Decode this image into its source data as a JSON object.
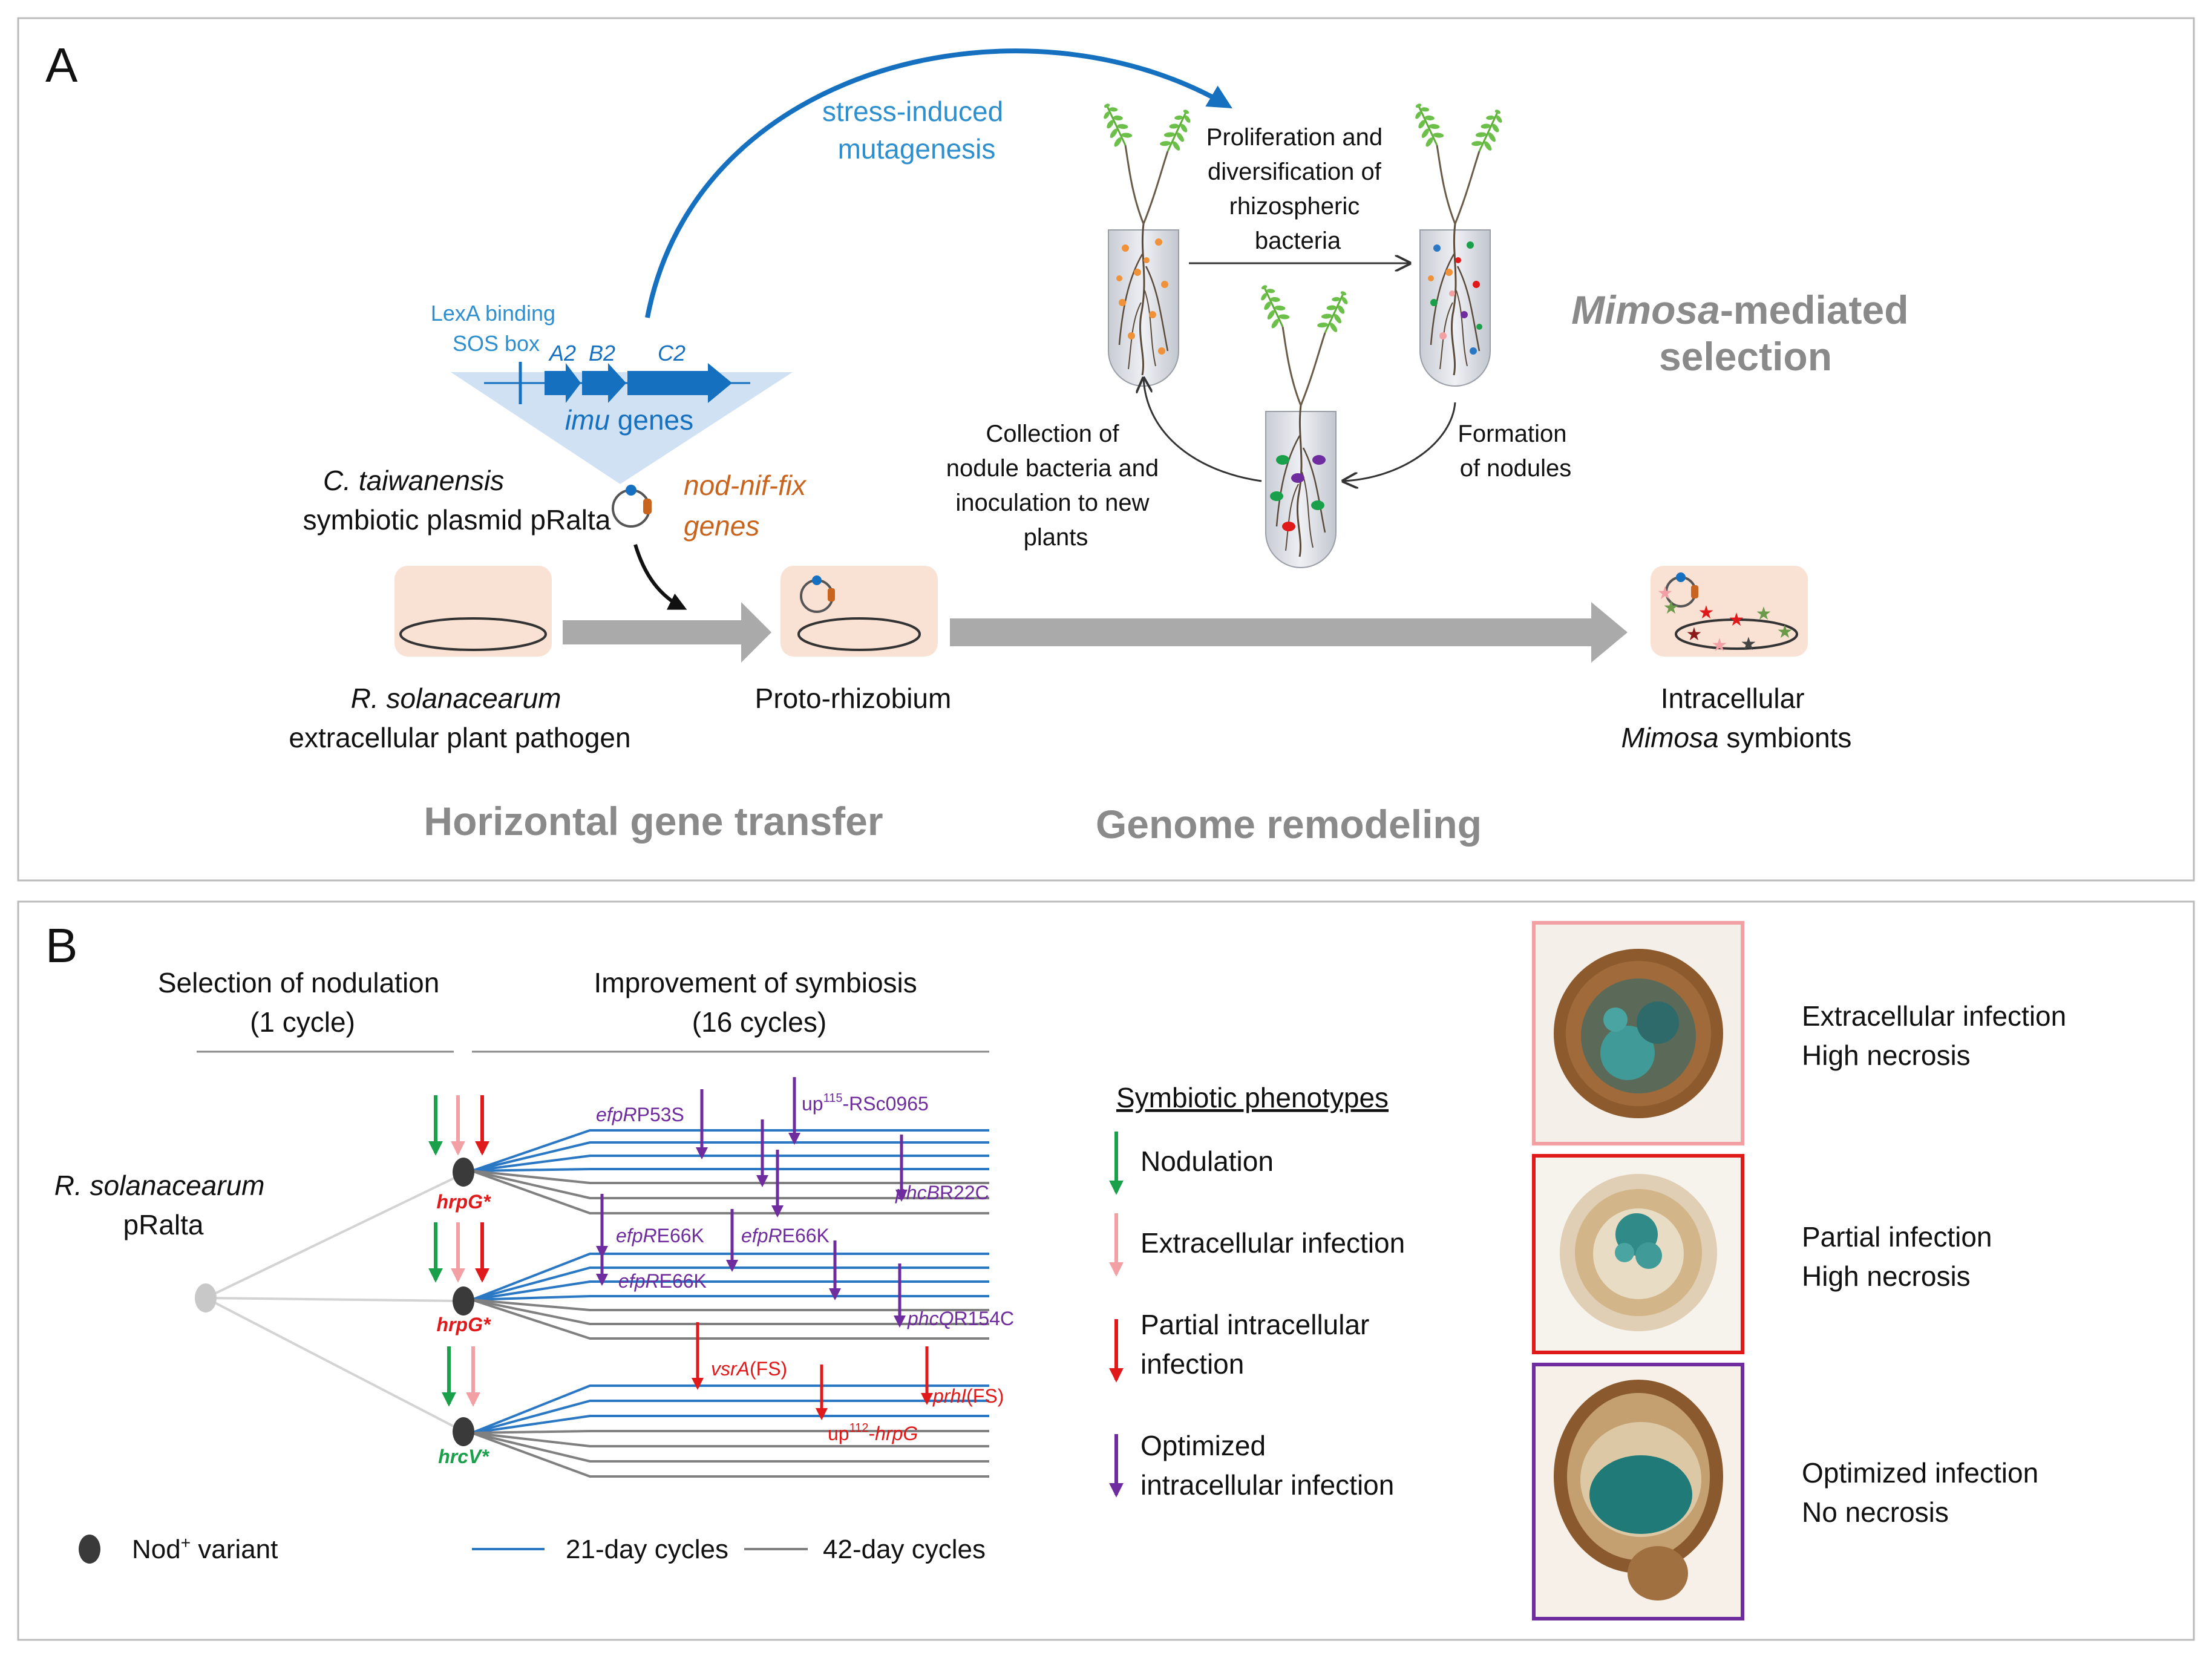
{
  "colors": {
    "blue": "#1670c0",
    "light_blue": "#2e8fcf",
    "orange": "#c8641d",
    "grey_text": "#8a8a8a",
    "grey_arrow": "#aaaaaa",
    "cell_fill": "#f9e2d4",
    "green": "#1aa04a",
    "pink": "#f2a0a3",
    "red": "#e0191b",
    "purple": "#6f2c9e",
    "line_blue": "#2a78c4",
    "line_grey": "#808080"
  },
  "panel_a": {
    "label": "A",
    "stress_label": [
      "stress-induced",
      "mutagenesis"
    ],
    "lexa_label": [
      "LexA binding",
      "SOS box"
    ],
    "gene_a2": "A2",
    "gene_b2": "B2",
    "gene_c2": "C2",
    "imu_italic": "imu",
    "imu_rest": " genes",
    "ct_italic": "C. taiwanensis",
    "ct_line2": "symbiotic plasmid pRalta",
    "nod_line1": "nod-nif-fix",
    "nod_line2": "genes",
    "rs_italic": "R. solanacearum",
    "rs_line2": "extracellular plant pathogen",
    "proto": "Proto-rhizobium",
    "intra_line1": "Intracellular",
    "intra_italic": "Mimosa",
    "intra_rest": " symbionts",
    "hgt": "Horizontal gene transfer",
    "remodel": "Genome remodeling",
    "mimosa_italic": "Mimosa",
    "mimosa_rest": "-mediated",
    "selection": "selection",
    "prolif": [
      "Proliferation and",
      "diversification of",
      "rhizospheric",
      "bacteria"
    ],
    "collection": [
      "Collection of",
      "nodule bacteria and",
      "inoculation to new",
      "plants"
    ],
    "formation": [
      "Formation",
      "of nodules"
    ]
  },
  "panel_b": {
    "label": "B",
    "sel_header": [
      "Selection of nodulation",
      "(1 cycle)"
    ],
    "imp_header": [
      "Improvement of symbiosis",
      "(16 cycles)"
    ],
    "rs_italic": "R. solanacearum",
    "rs_line2": "pRalta",
    "node1": "hrpG*",
    "node2": "hrpG*",
    "node3": "hrcV*",
    "mut_efp1": "efpR",
    "mut_efp1_rest": "P53S",
    "mut_up115_a": "up",
    "mut_up115_sup": "115",
    "mut_up115_b": "-RSc0965",
    "mut_phcb_it": "phcB",
    "mut_phcb_rest": "R22C",
    "mut_e66_1_it": "efpR",
    "mut_e66_1_rest": "E66K",
    "mut_e66_2_it": "efpR",
    "mut_e66_2_rest": "E66K",
    "mut_e66_3_it": "efpR",
    "mut_e66_3_rest": "E66K",
    "mut_phcq_it": "phcQ",
    "mut_phcq_rest": "R154C",
    "mut_vsra_it": "vsrA",
    "mut_vsra_rest": "(FS)",
    "mut_prhi_it": "prhI",
    "mut_prhi_rest": "(FS)",
    "mut_up112_a": "up",
    "mut_up112_sup": "112",
    "mut_up112_b": "-",
    "mut_up112_it": "hrpG",
    "legend_nod_a": "Nod",
    "legend_nod_sup": "+",
    "legend_nod_b": " variant",
    "legend_21": "21-day cycles",
    "legend_42": "42-day cycles",
    "phen_title": "Symbiotic phenotypes",
    "phen_nod": "Nodulation",
    "phen_extra": "Extracellular infection",
    "phen_partial": [
      "Partial intracellular",
      "infection"
    ],
    "phen_opt": [
      "Optimized",
      "intracellular infection"
    ],
    "img1_text": [
      "Extracellular infection",
      "High necrosis"
    ],
    "img2_text": [
      "Partial infection",
      "High necrosis"
    ],
    "img3_text": [
      "Optimized infection",
      "No necrosis"
    ]
  }
}
